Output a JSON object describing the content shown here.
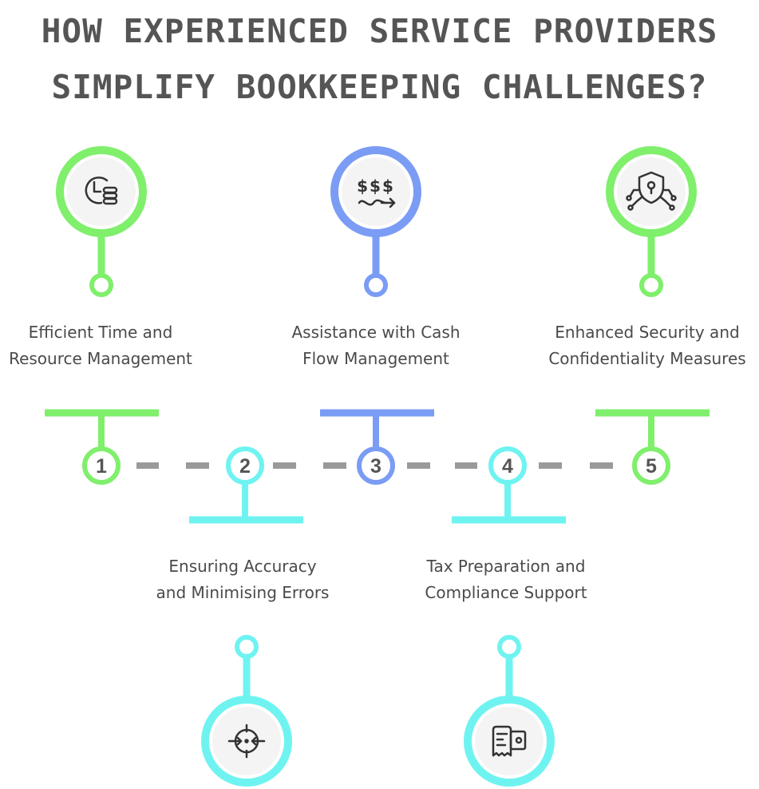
{
  "title": {
    "line1": "HOW EXPERIENCED SERVICE PROVIDERS",
    "line2": "SIMPLIFY BOOKKEEPING CHALLENGES?"
  },
  "colors": {
    "green": "#7fef6c",
    "blue": "#7b9cf4",
    "cyan": "#6ff3f1",
    "dash": "#9a9a9a",
    "text": "#4a4a4a",
    "title": "#555555"
  },
  "steps": [
    {
      "number": "1",
      "line1": "Efficient Time and",
      "line2": "Resource Management",
      "icon": "clock-coins-icon",
      "color": "green"
    },
    {
      "number": "2",
      "line1": "Ensuring Accuracy",
      "line2": "and Minimising Errors",
      "icon": "target-crosshair-icon",
      "color": "cyan"
    },
    {
      "number": "3",
      "line1": "Assistance with Cash",
      "line2": "Flow Management",
      "icon": "dollar-flow-icon",
      "color": "blue"
    },
    {
      "number": "4",
      "line1": "Tax Preparation and",
      "line2": "Compliance Support",
      "icon": "tax-document-icon",
      "color": "cyan"
    },
    {
      "number": "5",
      "line1": "Enhanced Security and",
      "line2": "Confidentiality Measures",
      "icon": "security-shield-icon",
      "color": "green"
    }
  ]
}
